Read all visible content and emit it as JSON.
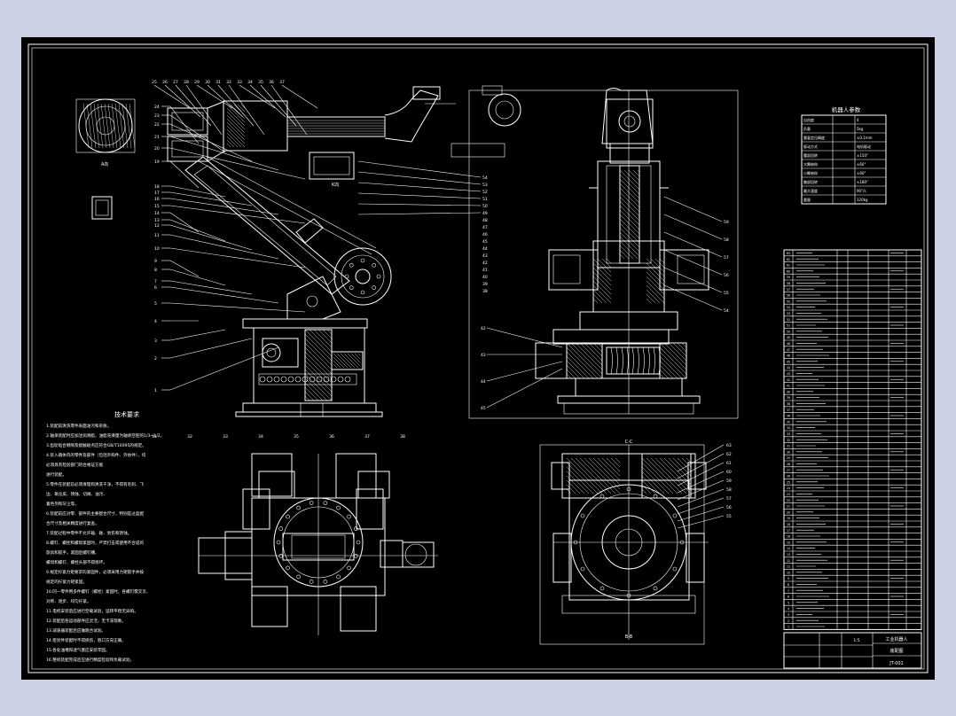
{
  "drawing": {
    "callouts_top_row": [
      "25",
      "26",
      "27",
      "28",
      "29",
      "30",
      "31",
      "32",
      "33",
      "34",
      "35",
      "36",
      "37"
    ],
    "callouts_left": [
      "24",
      "23",
      "22",
      "21",
      "20",
      "19",
      "18",
      "17",
      "16",
      "15",
      "14",
      "13",
      "12",
      "11",
      "10",
      "9",
      "8",
      "7",
      "6",
      "5",
      "4",
      "3",
      "2",
      "1"
    ],
    "callouts_right_top": [
      "54",
      "53",
      "52",
      "51",
      "50",
      "49",
      "48",
      "47",
      "46",
      "45",
      "44",
      "43",
      "42",
      "41",
      "40",
      "39",
      "38"
    ],
    "callouts_bottom_right": [
      "63",
      "62",
      "61",
      "60",
      "59",
      "58",
      "57",
      "56",
      "55"
    ],
    "view_labels": [
      "A向",
      "K向",
      "C-C",
      "B-B"
    ],
    "tech_title": "技术要求",
    "tech_lines": [
      "1.装配前清洗零件表面油污和杂质。",
      "2.轴承装配时应加注润滑脂，油脂充填量为轴承空腔的1/3~1/2。",
      "3.齿轮啮合侧隙及接触斑点应符合GB/T10095的规定。",
      "4.装入箱体内的零件及部件（包括外购件、外协件），均",
      "  必须具有检验部门的合格证方能",
      "  进行装配。",
      "5.零件在装配前必须清理和清洗干净，不得有毛刺、飞",
      "  边、氧化皮、锈蚀、切屑、油污、",
      "  着色剂和灰尘等。",
      "6.装配前应对零、部件的主要配合尺寸，特别是过盈配",
      "  合尺寸及相关精度进行复查。",
      "7.装配过程中零件不允许磕、碰、划伤和锈蚀。",
      "8.螺钉、螺栓和螺母紧固时，严禁打击或使用不合适的",
      "  旋具和扳手。紧固后螺钉槽、",
      "  螺母和螺钉、螺栓头部不得损坏。",
      "9.规定拧紧力矩要求的紧固件，必须采用力矩扳手并按",
      "  规定的拧紧力矩紧固。",
      "10.同一零件用多件螺钉（螺栓）紧固时，各螺钉需交叉、",
      "  对称、逐步、均匀拧紧。",
      "11.电机安装后应进行空载试验，运转平稳无异响。",
      "12.装配后各运动部件应灵活，无卡滞现象。",
      "13.减速器装配后应做跑合试验。",
      "14.密封件装配时不得损伤，唇口方向正确。",
      "15.各处油堵和透气塞应安装牢固。",
      "16.整机装配完成后应进行精度检验和负载试验。"
    ],
    "params_title": "机器人参数",
    "params_rows": [
      [
        "自由度",
        "4"
      ],
      [
        "负载",
        "5kg"
      ],
      [
        "重复定位精度",
        "±0.1mm"
      ],
      [
        "驱动方式",
        "电机驱动"
      ],
      [
        "腰部回转",
        "±150°"
      ],
      [
        "大臂俯仰",
        "±60°"
      ],
      [
        "小臂俯仰",
        "±60°"
      ],
      [
        "腕部回转",
        "±180°"
      ],
      [
        "最大速度",
        "90°/s"
      ],
      [
        "重量",
        "120kg"
      ]
    ],
    "title_block": {
      "name": "工业机器人",
      "subtitle": "装配图",
      "drawing_no": "JT-001",
      "scale": "1:5"
    },
    "bom_count": 63
  }
}
